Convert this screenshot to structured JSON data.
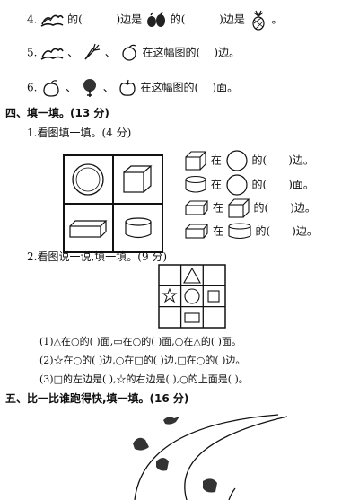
{
  "q4": {
    "num": "4.",
    "a": "的(",
    "b": ")边是",
    "c": "的(",
    "d": ")边是",
    "end": "。"
  },
  "q5": {
    "num": "5.",
    "sep1": "、",
    "sep2": "、",
    "text": "在这幅图的(",
    "blank": "    ",
    "end": ")边。"
  },
  "q6": {
    "num": "6.",
    "sep1": "、",
    "sep2": "、",
    "text": "在这幅图的(",
    "blank": "    ",
    "end": ")面。"
  },
  "sec4": {
    "title": "四、填一填。(13 分)"
  },
  "s4q1": {
    "title": "1.看图填一填。(4 分)",
    "rows": [
      {
        "pre": "在",
        "mid": "的(",
        "end": ")边。"
      },
      {
        "pre": "在",
        "mid": "的(",
        "end": ")面。"
      },
      {
        "pre": "在",
        "mid": "的(",
        "end": ")边。"
      },
      {
        "pre": "在",
        "mid": "的(",
        "end": ")边。"
      }
    ]
  },
  "s4q2": {
    "title": "2.看图说一说,填一填。(9 分)",
    "l1": "(1)△在○的(      )面,▭在○的(      )面,○在△的(      )面。",
    "l2": "(2)☆在○的(      )边,○在□的(      )边,□在○的(      )边。",
    "l3": "(3)□的左边是(    ),☆的右边是(      ),○的上面是(      )。"
  },
  "sec5": {
    "title": "五、比一比谁跑得快,填一填。(16 分)"
  }
}
